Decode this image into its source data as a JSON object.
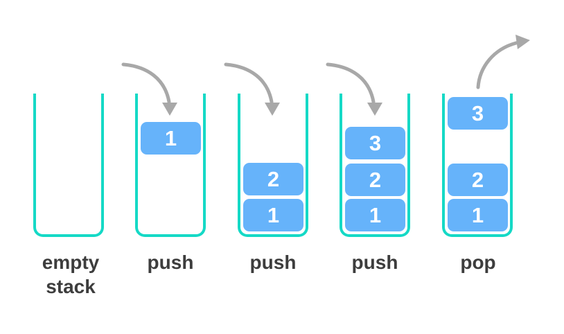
{
  "diagram": {
    "name": "stack-operations",
    "colors": {
      "background": "#ffffff",
      "container_stroke": "#15d9c6",
      "box_fill": "#66b3fa",
      "box_text": "#ffffff",
      "arrow": "#a8a8a8",
      "label_text": "#3d3d3d"
    },
    "stages": [
      {
        "label": "empty\nstack",
        "arrow": "none",
        "boxes": []
      },
      {
        "label": "push",
        "arrow": "push-arrow",
        "boxes": [
          {
            "value": "1",
            "position": "falling-in"
          }
        ]
      },
      {
        "label": "push",
        "arrow": "push-arrow",
        "boxes": [
          {
            "value": "2"
          },
          {
            "value": "1"
          }
        ]
      },
      {
        "label": "push",
        "arrow": "push-arrow",
        "boxes": [
          {
            "value": "3"
          },
          {
            "value": "2"
          },
          {
            "value": "1"
          }
        ]
      },
      {
        "label": "pop",
        "arrow": "pop-arrow",
        "boxes": [
          {
            "value": "3",
            "position": "leaving-top"
          },
          {
            "value": "2"
          },
          {
            "value": "1"
          }
        ]
      }
    ]
  }
}
